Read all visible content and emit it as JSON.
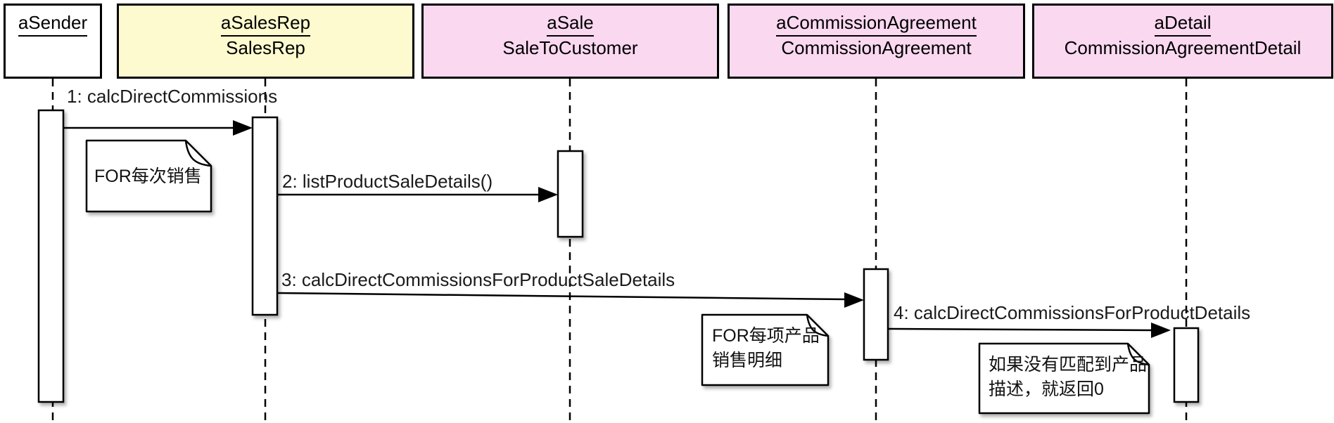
{
  "diagram_type": "uml-sequence-diagram",
  "participants": [
    {
      "instance": "aSender",
      "class_name": "",
      "fill": "#ffffff"
    },
    {
      "instance": "aSalesRep",
      "class_name": "SalesRep",
      "fill": "#fcface"
    },
    {
      "instance": "aSale",
      "class_name": "SaleToCustomer",
      "fill": "#f9d8f0"
    },
    {
      "instance": "aCommissionAgreement",
      "class_name": "CommissionAgreement",
      "fill": "#f9d8f0"
    },
    {
      "instance": "aDetail",
      "class_name": "CommissionAgreementDetail",
      "fill": "#f9d8f0"
    }
  ],
  "messages": [
    {
      "label": "1: calcDirectCommissions",
      "from": "aSender",
      "to": "aSalesRep"
    },
    {
      "label": "2: listProductSaleDetails()",
      "from": "aSalesRep",
      "to": "aSale"
    },
    {
      "label": "3: calcDirectCommissionsForProductSaleDetails",
      "from": "aSalesRep",
      "to": "aCommissionAgreement"
    },
    {
      "label": "4: calcDirectCommissionsForProductDetails",
      "from": "aCommissionAgreement",
      "to": "aDetail"
    }
  ],
  "notes": [
    {
      "lines": [
        "FOR每次销售"
      ]
    },
    {
      "lines": [
        "FOR每项产品",
        "销售明细"
      ]
    },
    {
      "lines": [
        "如果没有匹配到产品",
        "描述，就返回0"
      ]
    }
  ],
  "colors": {
    "line": "#000000",
    "note_fill": "#ffffff",
    "activation_fill": "#ffffff",
    "yellow_participant": "#fcface",
    "pink_participant": "#f9d8f0",
    "background": "#ffffff"
  }
}
